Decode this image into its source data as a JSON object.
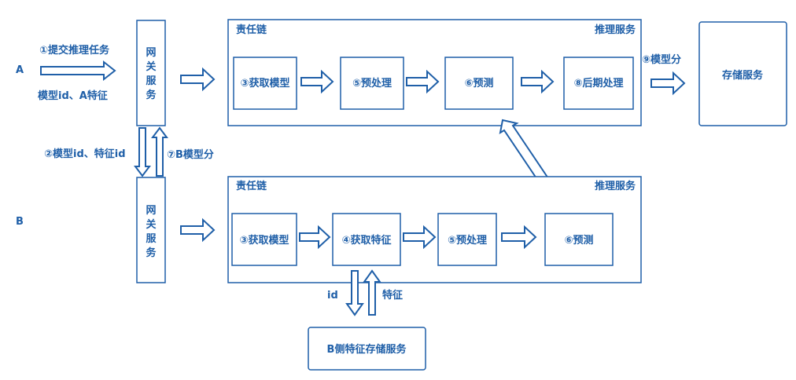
{
  "side_labels": {
    "a": "A",
    "b": "B"
  },
  "top_left": {
    "submit": "①提交推理任务",
    "model_feature": "模型id、A特征"
  },
  "gateway": {
    "label": "网关服务"
  },
  "mid_left": {
    "request": "②模型id、特征id",
    "score": "⑦B模型分"
  },
  "chain_a": {
    "title": "责任链",
    "service": "推理服务",
    "steps": [
      "③获取模型",
      "⑤预处理",
      "⑥预测",
      "⑧后期处理"
    ]
  },
  "chain_b": {
    "title": "责任链",
    "service": "推理服务",
    "steps": [
      "③获取模型",
      "④获取特征",
      "⑤预处理",
      "⑥预测"
    ]
  },
  "output": {
    "score_label": "⑨模型分",
    "storage": "存储服务"
  },
  "bottom": {
    "id_label": "id",
    "feature_label": "特征",
    "storage": "B侧特征存储服务"
  },
  "colors": {
    "stroke": "#1f5fa8",
    "text": "#1f5fa8",
    "fill": "#ffffff"
  }
}
